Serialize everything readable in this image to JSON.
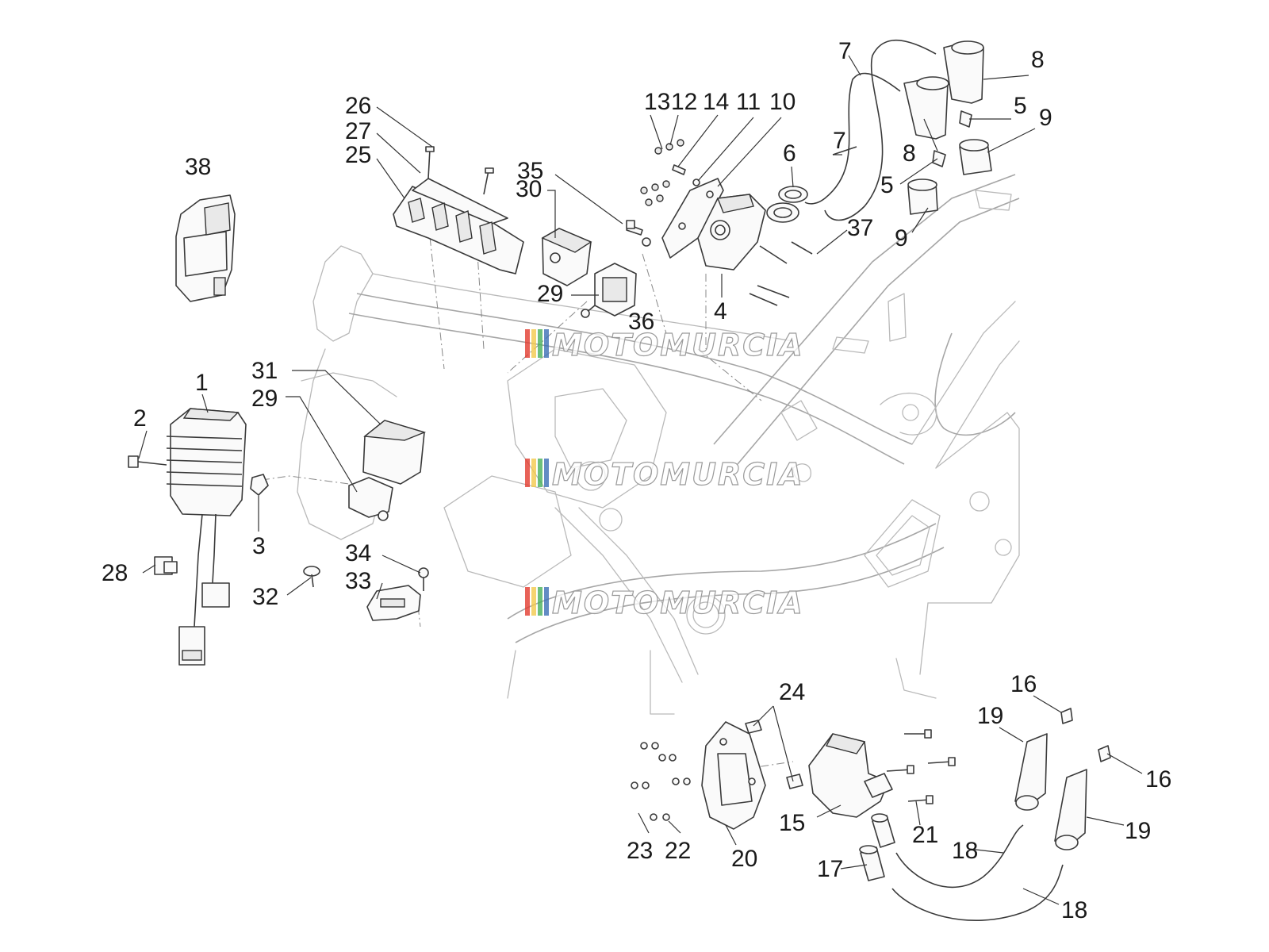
{
  "watermark": {
    "text": "MOTOMURCIA",
    "stripe_colors": [
      "#e23b2e",
      "#f2c94c",
      "#49b05a",
      "#3c6fb5"
    ]
  },
  "callouts": [
    {
      "id": "c1",
      "text": "1"
    },
    {
      "id": "c2",
      "text": "2"
    },
    {
      "id": "c3",
      "text": "3"
    },
    {
      "id": "c4",
      "text": "4"
    },
    {
      "id": "c5a",
      "text": "5"
    },
    {
      "id": "c5b",
      "text": "5"
    },
    {
      "id": "c6",
      "text": "6"
    },
    {
      "id": "c7a",
      "text": "7"
    },
    {
      "id": "c7b",
      "text": "7"
    },
    {
      "id": "c8a",
      "text": "8"
    },
    {
      "id": "c8b",
      "text": "8"
    },
    {
      "id": "c9a",
      "text": "9"
    },
    {
      "id": "c9b",
      "text": "9"
    },
    {
      "id": "c10",
      "text": "10"
    },
    {
      "id": "c11",
      "text": "11"
    },
    {
      "id": "c12",
      "text": "12"
    },
    {
      "id": "c13",
      "text": "13"
    },
    {
      "id": "c14",
      "text": "14"
    },
    {
      "id": "c15",
      "text": "15"
    },
    {
      "id": "c16a",
      "text": "16"
    },
    {
      "id": "c16b",
      "text": "16"
    },
    {
      "id": "c17",
      "text": "17"
    },
    {
      "id": "c18a",
      "text": "18"
    },
    {
      "id": "c18b",
      "text": "18"
    },
    {
      "id": "c19a",
      "text": "19"
    },
    {
      "id": "c19b",
      "text": "19"
    },
    {
      "id": "c20",
      "text": "20"
    },
    {
      "id": "c21",
      "text": "21"
    },
    {
      "id": "c22",
      "text": "22"
    },
    {
      "id": "c23",
      "text": "23"
    },
    {
      "id": "c24",
      "text": "24"
    },
    {
      "id": "c25",
      "text": "25"
    },
    {
      "id": "c26",
      "text": "26"
    },
    {
      "id": "c27",
      "text": "27"
    },
    {
      "id": "c28",
      "text": "28"
    },
    {
      "id": "c29a",
      "text": "29"
    },
    {
      "id": "c29b",
      "text": "29"
    },
    {
      "id": "c30",
      "text": "30"
    },
    {
      "id": "c31",
      "text": "31"
    },
    {
      "id": "c32",
      "text": "32"
    },
    {
      "id": "c33",
      "text": "33"
    },
    {
      "id": "c34",
      "text": "34"
    },
    {
      "id": "c35",
      "text": "35"
    },
    {
      "id": "c36",
      "text": "36"
    },
    {
      "id": "c37",
      "text": "37"
    },
    {
      "id": "c38",
      "text": "38"
    }
  ]
}
